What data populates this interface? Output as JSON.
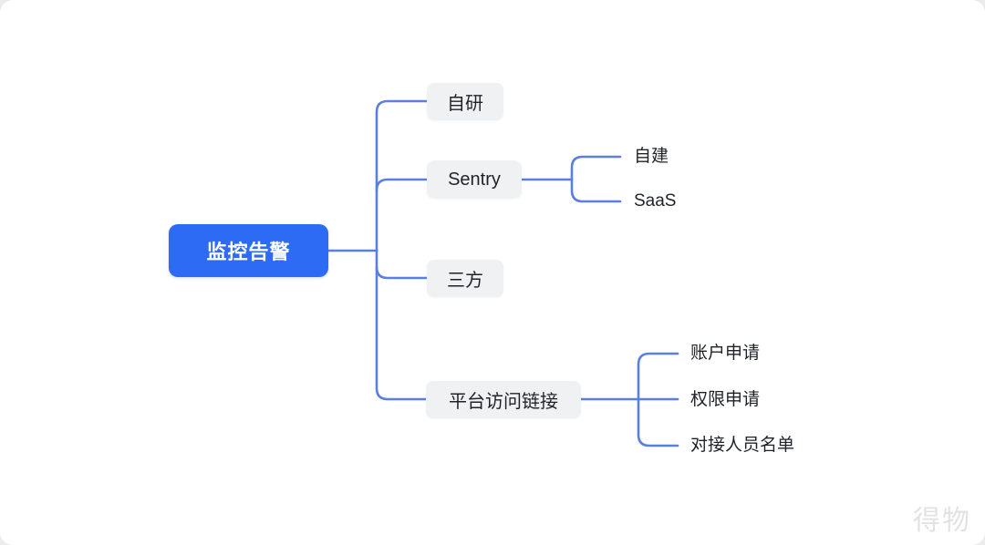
{
  "diagram": {
    "type": "mindmap",
    "root": {
      "label": "监控告警"
    },
    "children": [
      {
        "label": "自研",
        "children": []
      },
      {
        "label": "Sentry",
        "children": [
          {
            "label": "自建"
          },
          {
            "label": "SaaS"
          }
        ]
      },
      {
        "label": "三方",
        "children": []
      },
      {
        "label": "平台访问链接",
        "children": [
          {
            "label": "账户申请"
          },
          {
            "label": "权限申请"
          },
          {
            "label": "对接人员名单"
          }
        ]
      }
    ]
  },
  "watermark": "得物",
  "colors": {
    "root_node_fill": "#2e6bf4",
    "root_node_text": "#ffffff",
    "branch_node_fill": "#f0f1f3",
    "node_text": "#1f2329",
    "connector_line": "#5b7fe0",
    "watermark_text": "#e2e2e2",
    "canvas_background": "#ffffff"
  }
}
